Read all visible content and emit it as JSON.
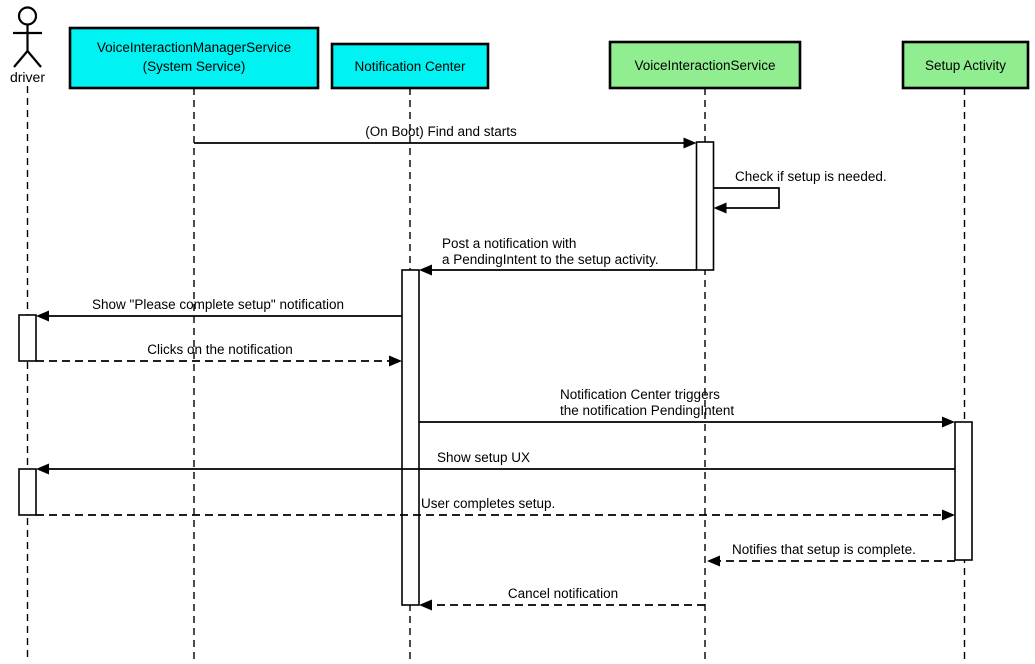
{
  "diagram": {
    "type": "uml-sequence-diagram",
    "colors": {
      "participant_cyan": "#00F2F2",
      "participant_green": "#90EE90",
      "line_black": "#000000",
      "background": "#FFFFFF"
    },
    "participants": [
      {
        "id": "driver",
        "kind": "actor",
        "label": "driver"
      },
      {
        "id": "vims",
        "kind": "object",
        "color": "cyan",
        "lines": [
          "VoiceInteractionManagerService",
          "(System Service)"
        ]
      },
      {
        "id": "notification-center",
        "kind": "object",
        "color": "cyan",
        "label": "Notification Center"
      },
      {
        "id": "voice-interaction-service",
        "kind": "object",
        "color": "green",
        "label": "VoiceInteractionService"
      },
      {
        "id": "setup-activity",
        "kind": "object",
        "color": "green",
        "label": "Setup Activity"
      }
    ],
    "messages": [
      {
        "from": "vims",
        "to": "voice-interaction-service",
        "style": "solid",
        "lines": [
          "(On Boot) Find and starts"
        ]
      },
      {
        "from": "voice-interaction-service",
        "to": "voice-interaction-service",
        "style": "solid",
        "self_message": true,
        "lines": [
          "Check if setup is needed."
        ]
      },
      {
        "from": "voice-interaction-service",
        "to": "notification-center",
        "style": "solid",
        "lines": [
          "Post a notification with",
          "a PendingIntent to the setup activity."
        ]
      },
      {
        "from": "notification-center",
        "to": "driver",
        "style": "solid",
        "lines": [
          "Show \"Please complete setup\" notification"
        ]
      },
      {
        "from": "driver",
        "to": "notification-center",
        "style": "dashed",
        "lines": [
          "Clicks on the notification"
        ]
      },
      {
        "from": "notification-center",
        "to": "setup-activity",
        "style": "solid",
        "lines": [
          "Notification Center triggers",
          "the notification PendingIntent"
        ]
      },
      {
        "from": "setup-activity",
        "to": "driver",
        "style": "solid",
        "lines": [
          "Show setup UX"
        ]
      },
      {
        "from": "driver",
        "to": "setup-activity",
        "style": "dashed",
        "lines": [
          "User completes setup."
        ]
      },
      {
        "from": "setup-activity",
        "to": "voice-interaction-service",
        "style": "dashed",
        "lines": [
          "Notifies that setup is complete."
        ]
      },
      {
        "from": "voice-interaction-service",
        "to": "notification-center",
        "style": "dashed",
        "lines": [
          "Cancel notification"
        ]
      }
    ]
  }
}
